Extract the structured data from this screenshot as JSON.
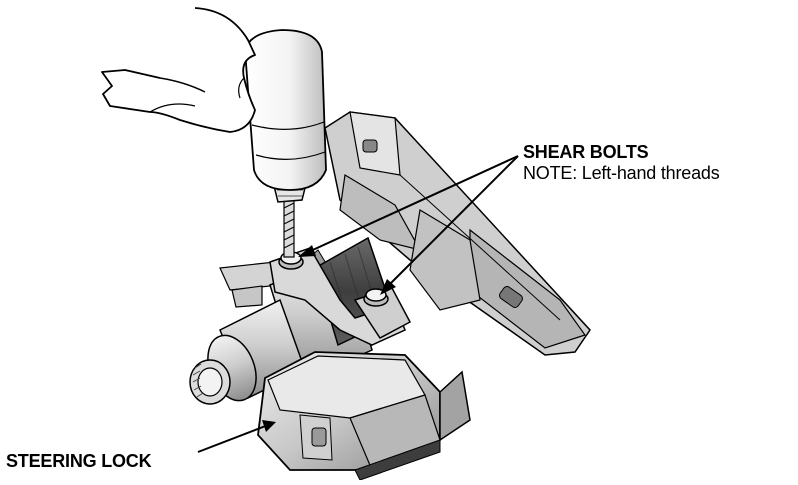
{
  "labels": {
    "shear_bolts": "SHEAR BOLTS",
    "note": "NOTE: Left-hand threads",
    "steering_lock": "STEERING LOCK"
  },
  "colors": {
    "line": "#000000",
    "part_light": "#d9d9d9",
    "part_mid": "#a6a6a6",
    "part_dark": "#5a5a5a",
    "boot": "#4a4a4a"
  }
}
